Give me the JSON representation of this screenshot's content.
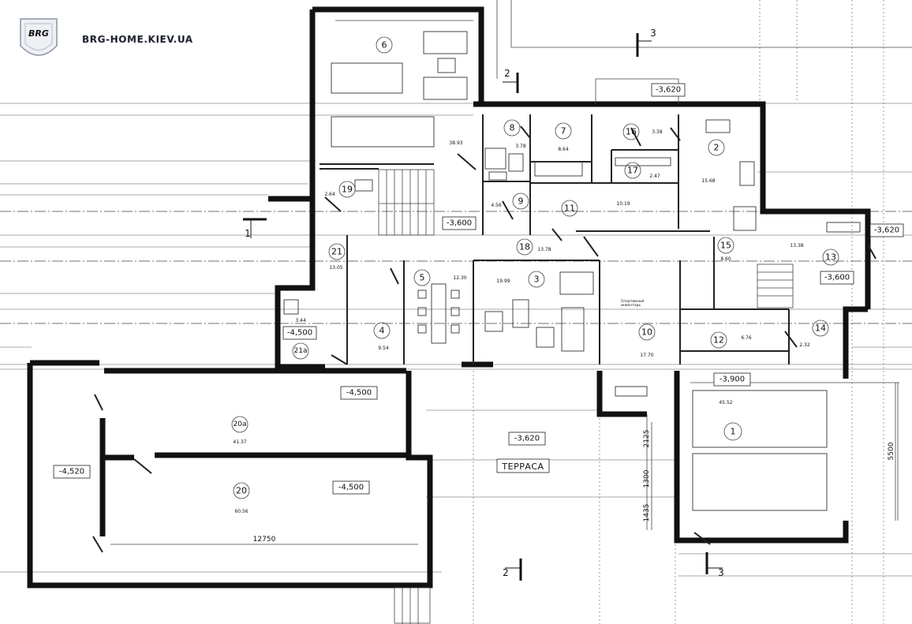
{
  "watermark": {
    "text": "BRG-HOME.KIEV.UA",
    "logo_text": "BRG"
  },
  "sections": [
    {
      "label": "3",
      "pos": "top"
    },
    {
      "label": "2",
      "pos": "upper"
    },
    {
      "label": "1",
      "pos": "left"
    },
    {
      "label": "2",
      "pos": "bottom"
    },
    {
      "label": "3",
      "pos": "bottom-right"
    }
  ],
  "levels": [
    "-3,620",
    "-3,600",
    "-3,620",
    "-3,600",
    "-4,500",
    "-4,500",
    "-4,500",
    "-4,520",
    "-3,620",
    "-3,900"
  ],
  "rooms": [
    {
      "num": "6",
      "area": ""
    },
    {
      "num": "",
      "area": "38.93"
    },
    {
      "num": "8",
      "area": "3.78"
    },
    {
      "num": "7",
      "area": "8.64"
    },
    {
      "num": "16",
      "area": "3.38"
    },
    {
      "num": "2",
      "area": "15.68"
    },
    {
      "num": "17",
      "area": "2.47"
    },
    {
      "num": "19",
      "area": "2.64"
    },
    {
      "num": "9",
      "area": "4.56"
    },
    {
      "num": "11",
      "area": "10.19"
    },
    {
      "num": "21",
      "area": "13.05"
    },
    {
      "num": "18",
      "area": "13.78"
    },
    {
      "num": "15",
      "area": "8.60"
    },
    {
      "num": "13",
      "area": "13.38"
    },
    {
      "num": "5",
      "area": "12.30"
    },
    {
      "num": "3",
      "area": "19.99"
    },
    {
      "num": "4",
      "area": "9.54"
    },
    {
      "num": "10",
      "area": "17.70"
    },
    {
      "num": "12",
      "area": "6.76"
    },
    {
      "num": "14",
      "area": "2.32"
    },
    {
      "num": "21a",
      "area": "3.44"
    },
    {
      "num": "20a",
      "area": "41.37"
    },
    {
      "num": "20",
      "area": "60.56"
    },
    {
      "num": "1",
      "area": "45.52"
    }
  ],
  "terrace_label": "ТЕРРАСА",
  "dimensions": [
    "12750",
    "2125",
    "1300",
    "1435",
    "5500"
  ],
  "notes": [
    "Спортивный\nинвентарь"
  ]
}
